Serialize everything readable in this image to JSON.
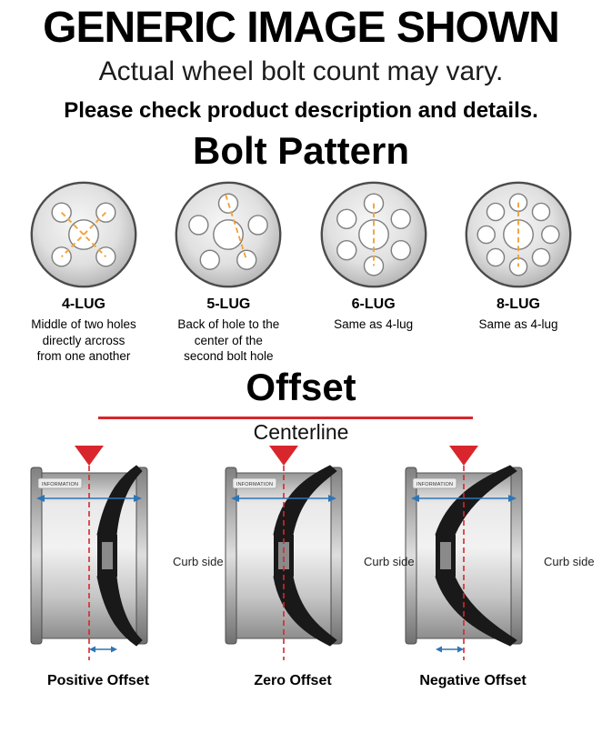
{
  "header": {
    "title": "GENERIC IMAGE SHOWN",
    "subtitle": "Actual wheel bolt count may vary.",
    "note": "Please check product description and details."
  },
  "bolt_pattern": {
    "heading": "Bolt Pattern",
    "items": [
      {
        "label": "4-LUG",
        "description": "Middle of two holes directly arcross from one another"
      },
      {
        "label": "5-LUG",
        "description": "Back of hole to the center of the second bolt hole"
      },
      {
        "label": "6-LUG",
        "description": "Same as 4-lug"
      },
      {
        "label": "8-LUG",
        "description": "Same as 4-lug"
      }
    ]
  },
  "offset": {
    "heading": "Offset",
    "centerline_label": "Centerline",
    "curb_side_label": "Curb side",
    "barrel_label": "INFORMATION",
    "items": [
      {
        "label": "Positive Offset"
      },
      {
        "label": "Zero Offset"
      },
      {
        "label": "Negative Offset"
      }
    ]
  },
  "colors": {
    "centerline_red": "#d8262c",
    "measurement_blue": "#2e75b6",
    "bolt_guide_orange": "#f2a33c"
  }
}
